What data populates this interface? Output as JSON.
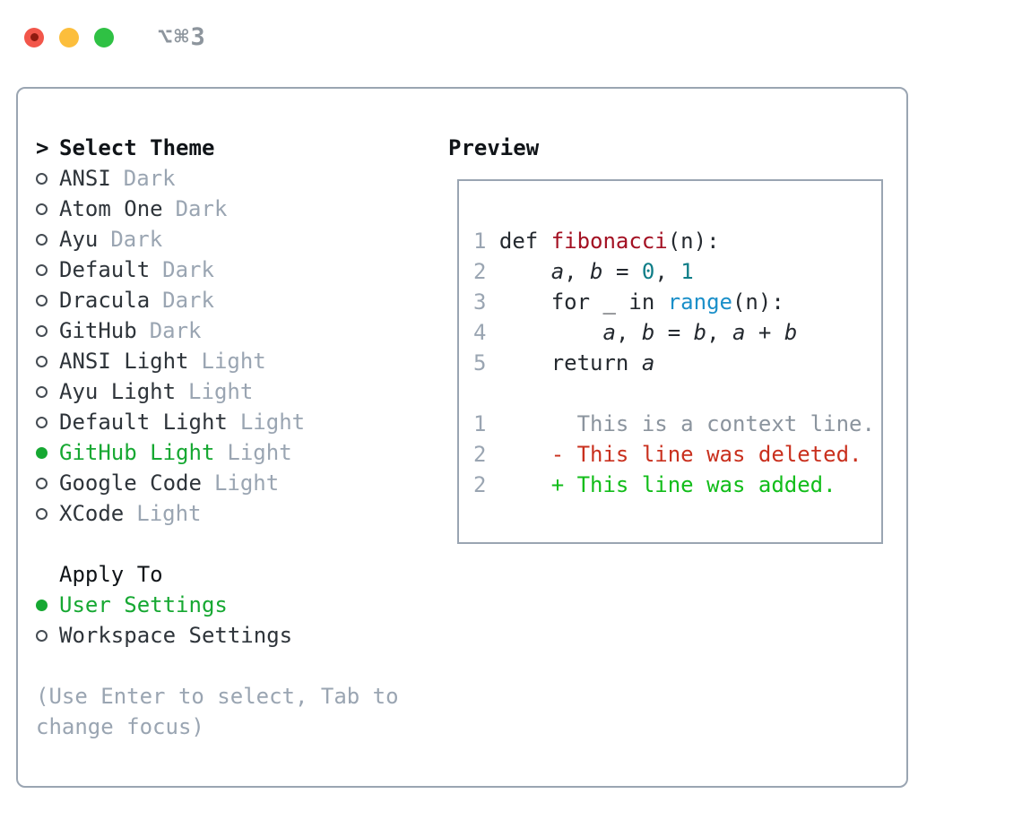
{
  "window": {
    "shortcut": "⌥⌘3"
  },
  "theme_list": {
    "prompt": ">",
    "header": "Select Theme",
    "items": [
      {
        "name": "ANSI",
        "variant": "Dark",
        "selected": false
      },
      {
        "name": "Atom One",
        "variant": "Dark",
        "selected": false
      },
      {
        "name": "Ayu",
        "variant": "Dark",
        "selected": false
      },
      {
        "name": "Default",
        "variant": "Dark",
        "selected": false
      },
      {
        "name": "Dracula",
        "variant": "Dark",
        "selected": false
      },
      {
        "name": "GitHub",
        "variant": "Dark",
        "selected": false
      },
      {
        "name": "ANSI Light",
        "variant": "Light",
        "selected": false
      },
      {
        "name": "Ayu Light",
        "variant": "Light",
        "selected": false
      },
      {
        "name": "Default Light",
        "variant": "Light",
        "selected": false
      },
      {
        "name": "GitHub Light",
        "variant": "Light",
        "selected": true
      },
      {
        "name": "Google Code",
        "variant": "Light",
        "selected": false
      },
      {
        "name": "XCode",
        "variant": "Light",
        "selected": false
      }
    ]
  },
  "preview": {
    "header": "Preview",
    "lines": [
      {
        "num": "1",
        "tokens": [
          {
            "t": "def ",
            "c": "code"
          },
          {
            "t": "fibonacci",
            "c": "func"
          },
          {
            "t": "(n):",
            "c": "code"
          }
        ]
      },
      {
        "num": "2",
        "tokens": [
          {
            "t": "    ",
            "c": "code"
          },
          {
            "t": "a",
            "c": "code",
            "i": true
          },
          {
            "t": ", ",
            "c": "code"
          },
          {
            "t": "b",
            "c": "code",
            "i": true
          },
          {
            "t": " = ",
            "c": "code"
          },
          {
            "t": "0",
            "c": "num"
          },
          {
            "t": ", ",
            "c": "code"
          },
          {
            "t": "1",
            "c": "num"
          }
        ]
      },
      {
        "num": "3",
        "tokens": [
          {
            "t": "    for _ in ",
            "c": "code"
          },
          {
            "t": "range",
            "c": "builtin"
          },
          {
            "t": "(n):",
            "c": "code"
          }
        ]
      },
      {
        "num": "4",
        "tokens": [
          {
            "t": "        ",
            "c": "code"
          },
          {
            "t": "a",
            "c": "code",
            "i": true
          },
          {
            "t": ", ",
            "c": "code"
          },
          {
            "t": "b",
            "c": "code",
            "i": true
          },
          {
            "t": " = ",
            "c": "code"
          },
          {
            "t": "b",
            "c": "code",
            "i": true
          },
          {
            "t": ", ",
            "c": "code"
          },
          {
            "t": "a",
            "c": "code",
            "i": true
          },
          {
            "t": " + ",
            "c": "code"
          },
          {
            "t": "b",
            "c": "code",
            "i": true
          }
        ]
      },
      {
        "num": "5",
        "tokens": [
          {
            "t": "    return ",
            "c": "code"
          },
          {
            "t": "a",
            "c": "code",
            "i": true
          }
        ]
      },
      {
        "num": "",
        "tokens": []
      },
      {
        "num": "1",
        "tokens": [
          {
            "t": "      This is a context line.",
            "c": "ctx"
          }
        ]
      },
      {
        "num": "2",
        "tokens": [
          {
            "t": "    - This line was deleted.",
            "c": "del"
          }
        ]
      },
      {
        "num": "2",
        "tokens": [
          {
            "t": "    + This line was added.",
            "c": "add"
          }
        ]
      }
    ]
  },
  "apply_to": {
    "header": "Apply To",
    "items": [
      {
        "label": "User Settings",
        "selected": true
      },
      {
        "label": "Workspace Settings",
        "selected": false
      }
    ]
  },
  "hint": "(Use Enter to select, Tab to change focus)",
  "colors": {
    "accent_green": "#16a832",
    "added_green": "#12bd1a",
    "deleted_red": "#c9301e",
    "function_red": "#a31022",
    "number_teal": "#0e7d87",
    "builtin_blue": "#1a8fc9",
    "context_gray": "#8b949e",
    "muted_gray": "#9aa5b2",
    "border_gray": "#9aa5b2",
    "text_dark": "#2e343a",
    "traffic_red": "#f2564a",
    "traffic_yellow": "#fcbe3c",
    "traffic_green": "#2fc144"
  }
}
